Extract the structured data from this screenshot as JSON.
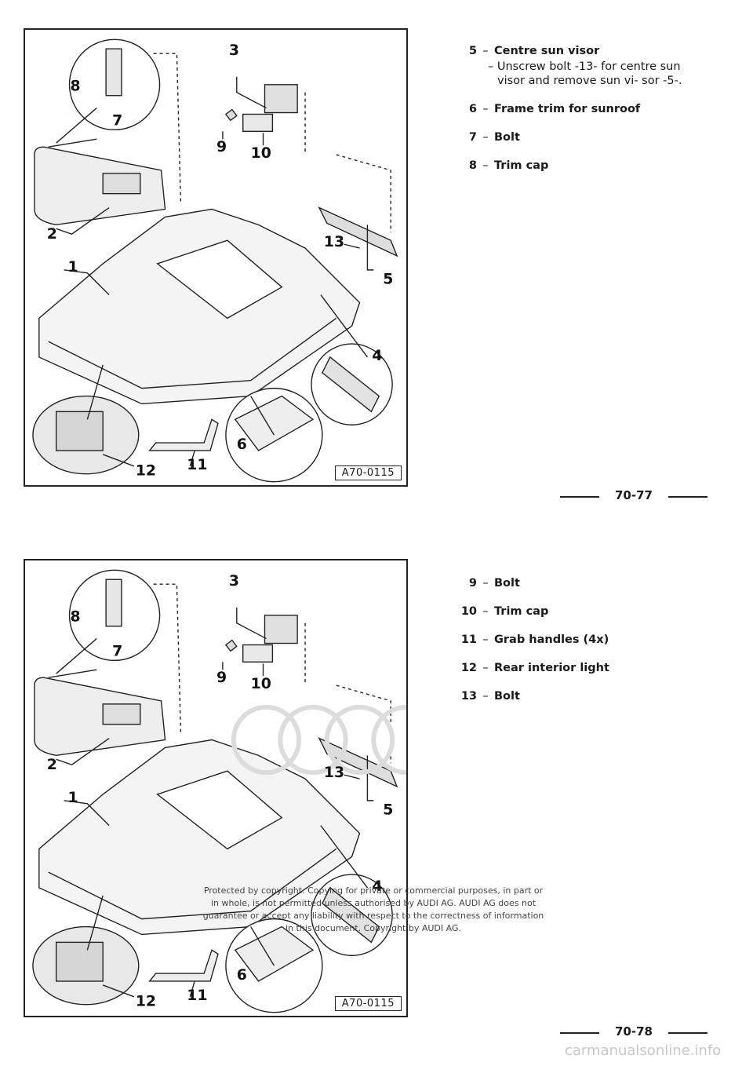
{
  "figure": {
    "code": "A70-0115",
    "callouts": [
      "1",
      "2",
      "3",
      "4",
      "5",
      "6",
      "7",
      "8",
      "9",
      "10",
      "11",
      "12",
      "13"
    ]
  },
  "page1": {
    "items": [
      {
        "num": "5",
        "title": "Centre sun visor",
        "sub": "– Unscrew bolt -13- for centre sun visor and remove sun vi- sor -5-."
      },
      {
        "num": "6",
        "title": "Frame trim for sunroof"
      },
      {
        "num": "7",
        "title": "Bolt"
      },
      {
        "num": "8",
        "title": "Trim cap"
      }
    ],
    "page_number": "70-77"
  },
  "page2": {
    "items": [
      {
        "num": "9",
        "title": "Bolt"
      },
      {
        "num": "10",
        "title": "Trim cap"
      },
      {
        "num": "11",
        "title": "Grab handles (4x)"
      },
      {
        "num": "12",
        "title": "Rear interior light"
      },
      {
        "num": "13",
        "title": "Bolt"
      }
    ],
    "page_number": "70-78"
  },
  "separator": "–",
  "watermark": "Protected by copyright. Copying for private or commercial purposes, in part or in whole, is not permitted unless authorised by AUDI AG. AUDI AG does not guarantee or accept any liability with respect to the correctness of information in this document. Copyright by AUDI AG.",
  "footer_brand": "carmanualsonline.info"
}
